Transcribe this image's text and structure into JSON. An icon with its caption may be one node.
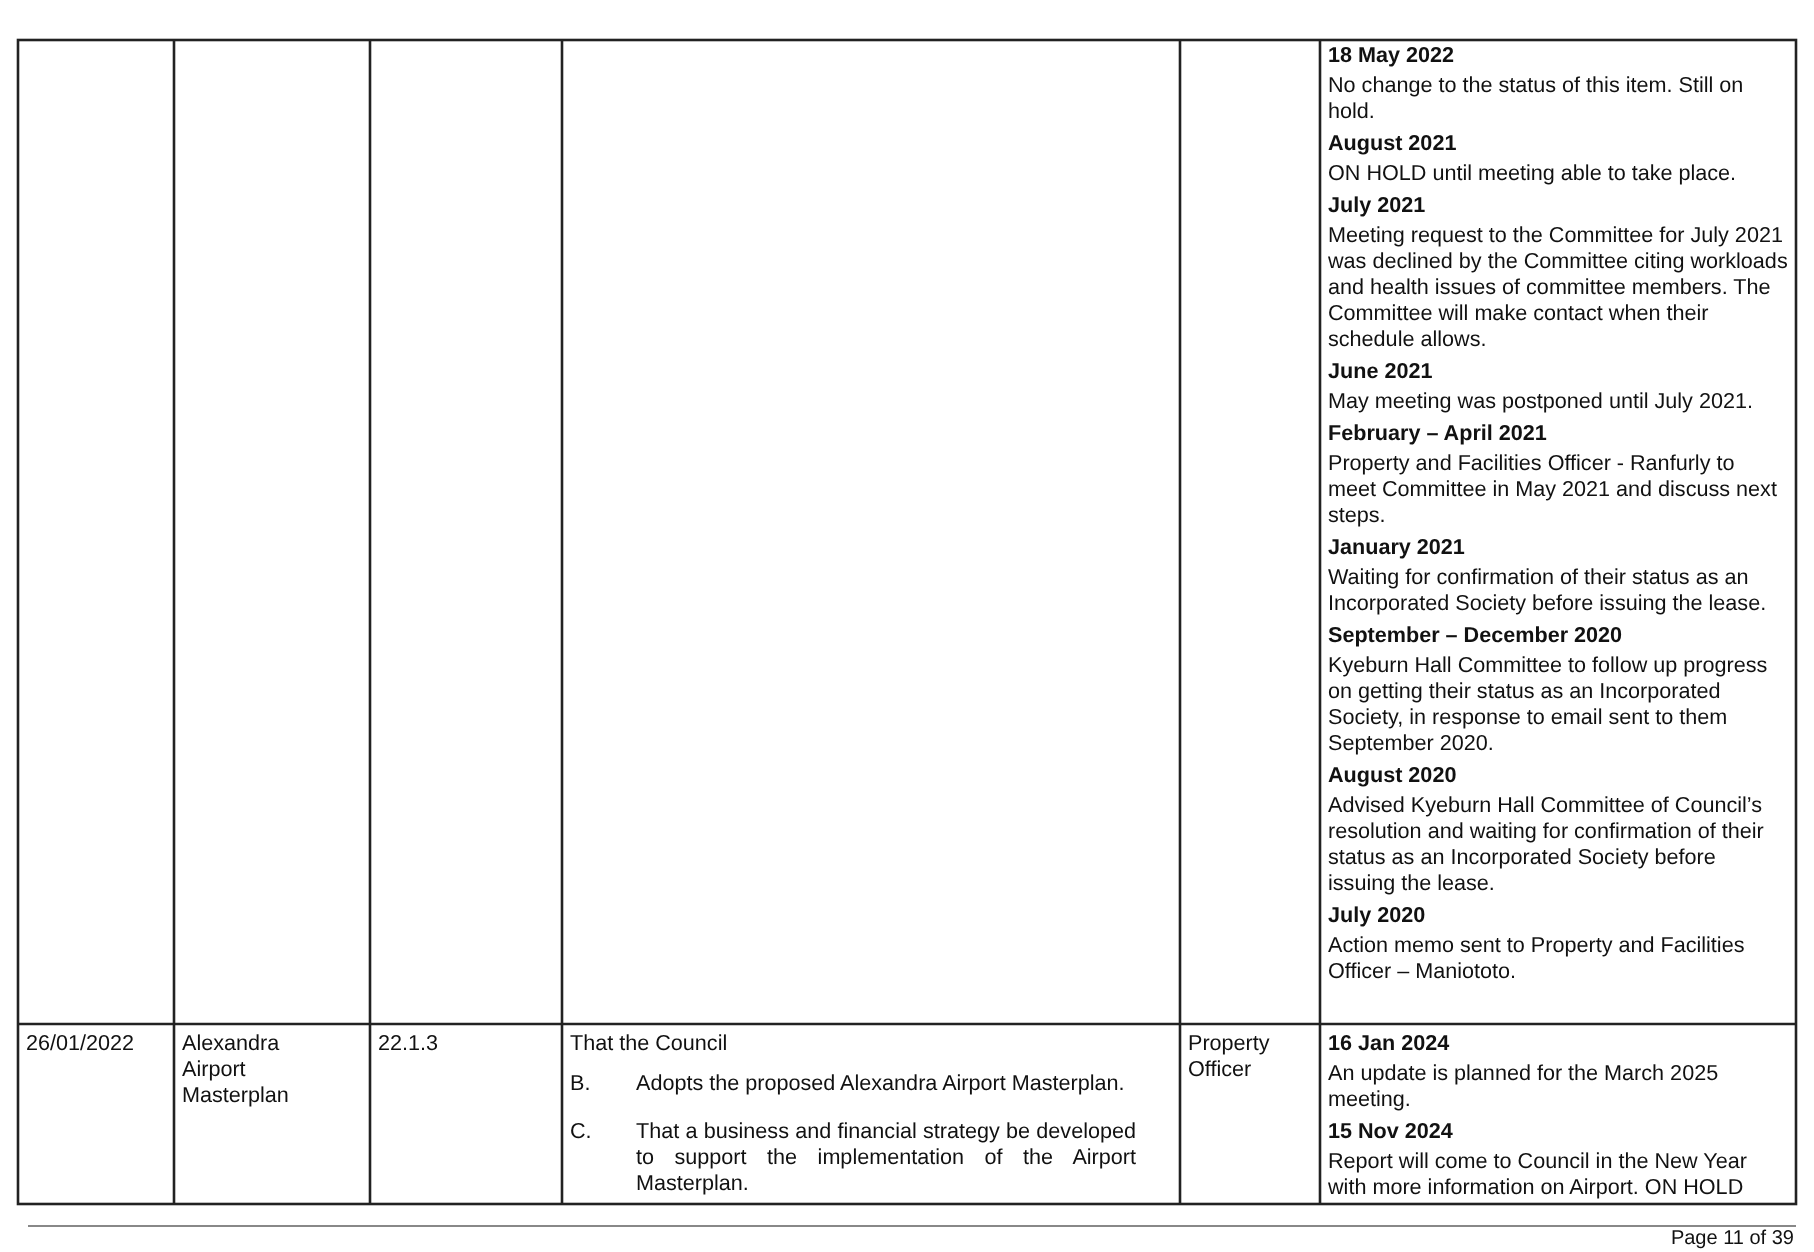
{
  "diagram": {
    "labels": [
      "18 May 2022",
      "No change to the status of this item. Still on hold.",
      "August 2021",
      "ON HOLD until meeting able to take place.",
      "July 2021",
      "Meeting request to the Committee for July 2021 was declined by the Committee citing workloads and health issues of committee members.  The Committee will make contact when their schedule allows.",
      "June 2021",
      "May meeting was postponed until July 2021.",
      "February – April 2021",
      "Property and Facilities Officer - Ranfurly to meet Committee in May 2021 and discuss next steps.",
      "January 2021",
      "Waiting for confirmation of their status as an Incorporated Society before issuing the lease.",
      "September – December 2020",
      "Kyeburn Hall Committee to follow up progress on getting their status as an Incorporated Society, in response to email sent to them September 2020.",
      "August 2020",
      "Advised Kyeburn Hall Committee of Council’s resolution and waiting for confirmation of their status as an Incorporated Society before issuing the lease.",
      "July 2020",
      "Action memo sent to Property and Facilities Officer – Maniototo.",
      "26/01/2022",
      "Alexandra Airport Masterplan",
      "22.1.3",
      "That the Council",
      "B.",
      "Adopts the proposed Alexandra Airport Masterplan.",
      "C.",
      "That a business and financial strategy be developed to support the implementation of the Airport Masterplan.",
      "Property Officer",
      "16 Jan 2024",
      "An update is planned for the March 2025 meeting.",
      "15 Nov 2024",
      "Report will come to Council in the New Year with more information on Airport. ON HOLD",
      "Page 11 of 39"
    ]
  }
}
